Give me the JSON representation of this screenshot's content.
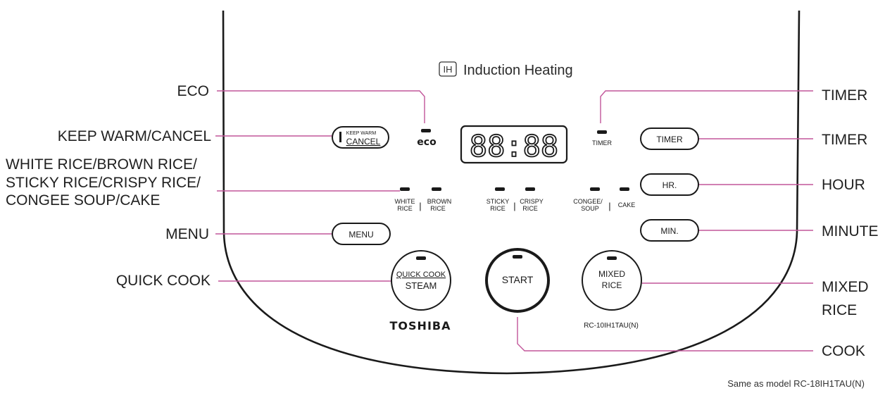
{
  "panel": {
    "brand": "TOSHIBA",
    "model": "RC-10IH1TAU(N)",
    "feature_badge": "IH",
    "feature_text": "Induction Heating",
    "display_digits": "88:88"
  },
  "buttons": {
    "keep_warm_top": "KEEP WARM",
    "keep_warm_bottom": "CANCEL",
    "timer": "TIMER",
    "hour": "HR.",
    "minute": "MIN.",
    "menu": "MENU",
    "quick_cook_top": "QUICK COOK",
    "quick_cook_bottom": "STEAM",
    "start": "START",
    "mixed_top": "MIXED",
    "mixed_bottom": "RICE"
  },
  "indicators": {
    "eco": "eco",
    "timer": "TIMER",
    "white_1": "WHITE",
    "white_2": "RICE",
    "brown_1": "BROWN",
    "brown_2": "RICE",
    "sticky_1": "STICKY",
    "sticky_2": "RICE",
    "crispy_1": "CRISPY",
    "crispy_2": "RICE",
    "congee_1": "CONGEE/",
    "congee_2": "SOUP",
    "cake": "CAKE",
    "separator": "|"
  },
  "callouts": {
    "eco": "ECO",
    "keep_warm_cancel": "KEEP WARM/CANCEL",
    "menu_line1": "WHITE RICE/BROWN RICE/",
    "menu_line2": "STICKY RICE/CRISPY RICE/",
    "menu_line3": "CONGEE SOUP/CAKE",
    "menu": "MENU",
    "quick_cook": "QUICK COOK",
    "timer_indicator": "TIMER",
    "timer_button": "TIMER",
    "hour": "HOUR",
    "minute": "MINUTE",
    "mixed_1": "MIXED",
    "mixed_2": "RICE",
    "cook": "COOK"
  },
  "footnote": "Same as model RC-18IH1TAU(N)",
  "colors": {
    "leader": "#c2569a",
    "outline": "#1a1a1a",
    "background": "#ffffff"
  }
}
